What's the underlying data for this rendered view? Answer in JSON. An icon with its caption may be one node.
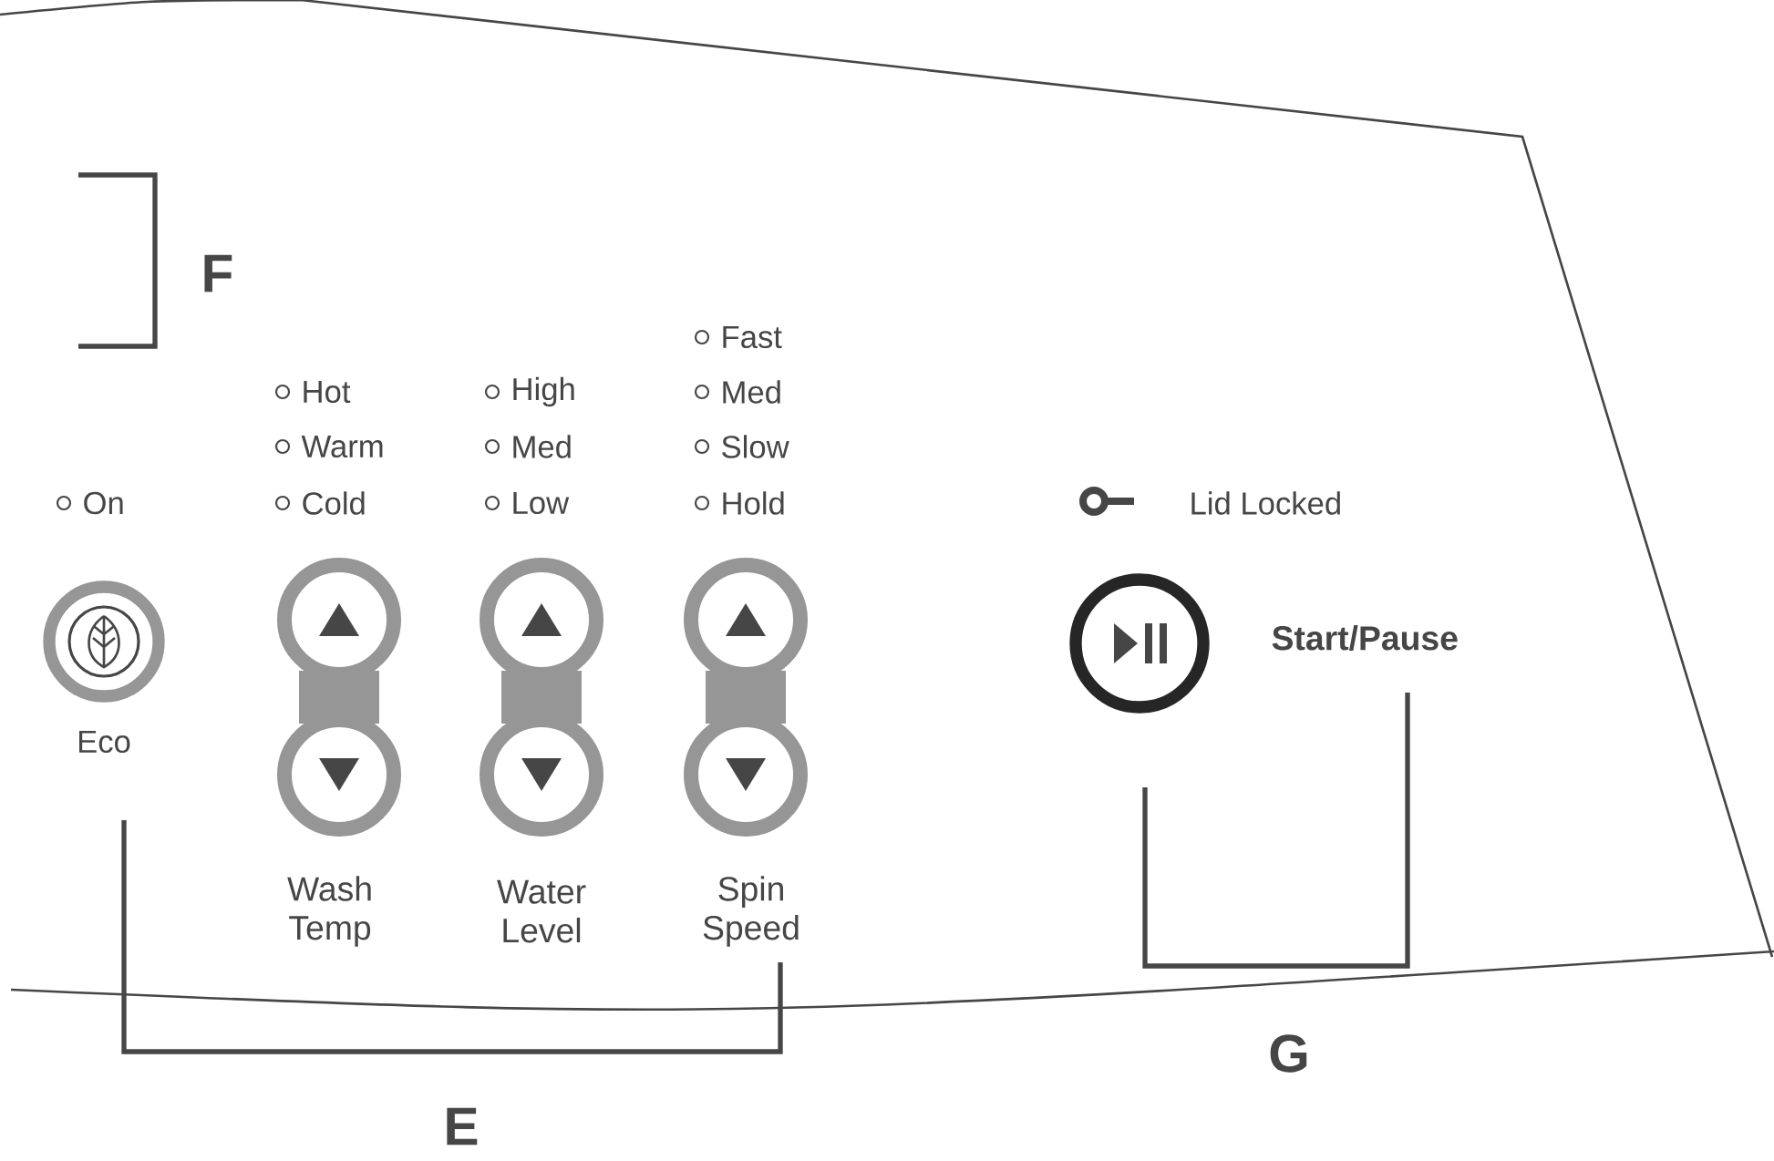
{
  "diagram": {
    "labels": [
      "F",
      "Hot",
      "Warm",
      "Cold",
      "High",
      "Med",
      "Low",
      "Fast",
      "Med",
      "Slow",
      "Hold",
      "On",
      "Eco",
      "Wash Temp",
      "Water Level",
      "Spin Speed",
      "Lid Locked",
      "Start/Pause",
      "G",
      "E"
    ]
  }
}
